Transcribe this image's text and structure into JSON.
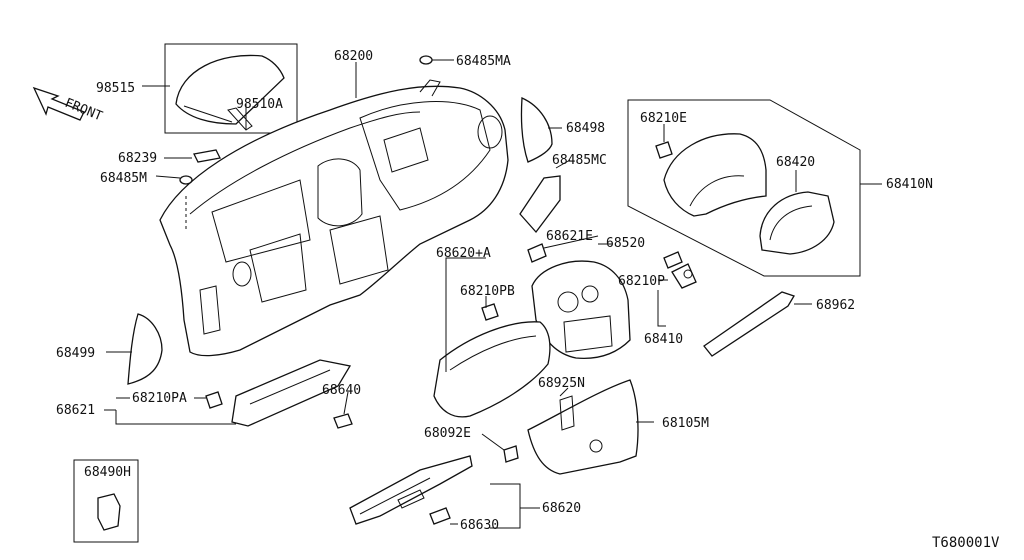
{
  "diagram_code": "T680001V",
  "front_label": "FRONT",
  "parts": {
    "p98515": "98515",
    "p98510A": "98510A",
    "p68200": "68200",
    "p68485MA": "68485MA",
    "p68498": "68498",
    "p68485MC": "68485MC",
    "p68239": "68239",
    "p68485M": "68485M",
    "p68210E": "68210E",
    "p68420": "68420",
    "p68410N": "68410N",
    "p68621E": "68621E",
    "p68520": "68520",
    "p68620A": "68620+A",
    "p68210PB": "68210PB",
    "p68210P": "68210P",
    "p68410": "68410",
    "p68962": "68962",
    "p68499": "68499",
    "p68925N": "68925N",
    "p68210PA": "68210PA",
    "p68621": "68621",
    "p68640": "68640",
    "p68092E": "68092E",
    "p68105M": "68105M",
    "p68490H": "68490H",
    "p68620": "68620",
    "p68630": "68630"
  }
}
